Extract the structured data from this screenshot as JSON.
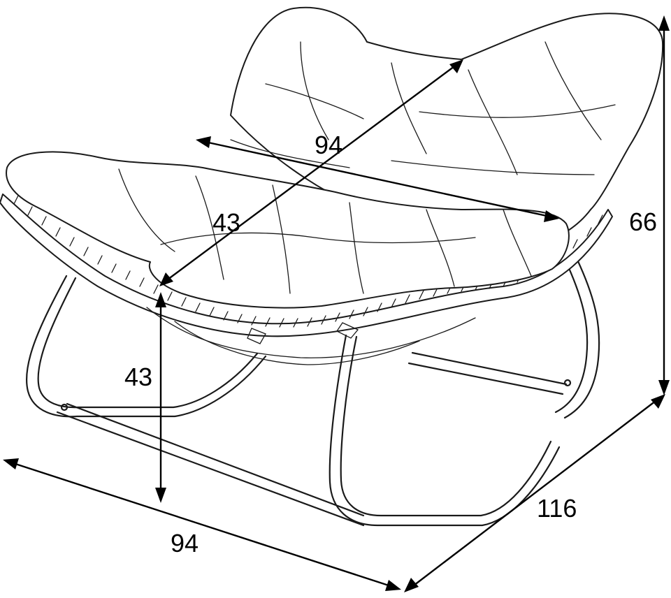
{
  "dimensions": {
    "seat_width": "94",
    "seat_depth": "43",
    "seat_height": "43",
    "total_width": "94",
    "total_depth": "116",
    "total_height": "66"
  },
  "colors": {
    "line": "#1a1a1a",
    "background": "#ffffff"
  }
}
